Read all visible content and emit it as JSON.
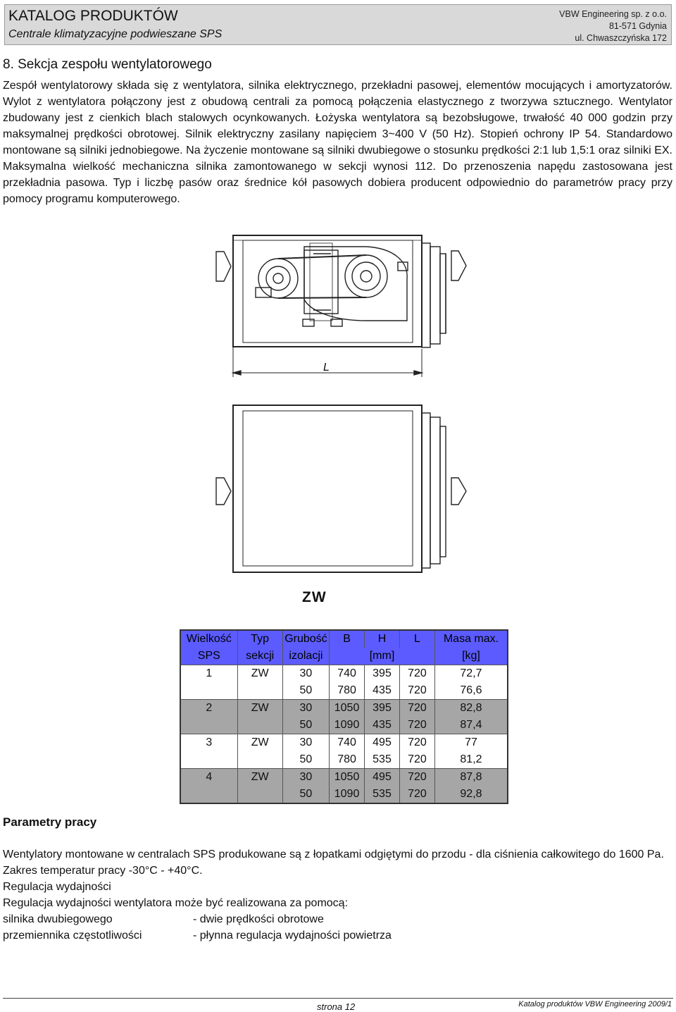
{
  "header": {
    "title": "KATALOG PRODUKTÓW",
    "subtitle": "Centrale klimatyzacyjne podwieszane SPS",
    "company": "VBW Engineering sp. z o.o.",
    "zip": "81-571 Gdynia",
    "street": "ul. Chwaszczyńska 172"
  },
  "section": {
    "title": "8. Sekcja zespołu wentylatorowego",
    "intro": "Zespół wentylatorowy składa się z wentylatora, silnika elektrycznego, przekładni pasowej, elementów mocujących i amortyzatorów. Wylot z wentylatora połączony jest z obudową centrali za pomocą połączenia elastycznego z tworzywa sztucznego. Wentylator zbudowany jest z cienkich blach stalowych ocynkowanych. Łożyska wentylatora są bezobsługowe, trwałość 40 000 godzin przy maksymalnej prędkości obrotowej. Silnik elektryczny zasilany napięciem 3~400 V (50 Hz). Stopień ochrony IP 54. Standardowo montowane są silniki jednobiegowe. Na życzenie montowane są silniki dwubiegowe o stosunku prędkości 2:1 lub 1,5:1 oraz silniki EX. Maksymalna wielkość mechaniczna silnika zamontowanego w sekcji wynosi 112. Do przenoszenia napędu zastosowana jest przekładnia pasowa. Typ i liczbę pasów oraz średnice kół pasowych dobiera producent odpowiednio do parametrów pracy przy pomocy programu komputerowego."
  },
  "drawing": {
    "dimension_label": "L",
    "type_label": "ZW"
  },
  "table": {
    "header_row1": [
      "Wielkość",
      "Typ",
      "Grubość",
      "B",
      "H",
      "L",
      "Masa max."
    ],
    "header_row2": [
      "SPS",
      "sekcji",
      "izolacji",
      "[mm]",
      "[kg]"
    ],
    "rows": [
      [
        "1",
        "ZW",
        "30",
        "740",
        "395",
        "720",
        "72,7"
      ],
      [
        "",
        "",
        "50",
        "780",
        "435",
        "720",
        "76,6"
      ],
      [
        "2",
        "ZW",
        "30",
        "1050",
        "395",
        "720",
        "82,8"
      ],
      [
        "",
        "",
        "50",
        "1090",
        "435",
        "720",
        "87,4"
      ],
      [
        "3",
        "ZW",
        "30",
        "740",
        "495",
        "720",
        "77"
      ],
      [
        "",
        "",
        "50",
        "780",
        "535",
        "720",
        "81,2"
      ],
      [
        "4",
        "ZW",
        "30",
        "1050",
        "495",
        "720",
        "87,8"
      ],
      [
        "",
        "",
        "50",
        "1090",
        "535",
        "720",
        "92,8"
      ]
    ]
  },
  "params": {
    "label": "Parametry pracy",
    "line1": "Wentylatory montowane w centralach SPS produkowane są z łopatkami odgiętymi do przodu - dla ciśnienia całkowitego do 1600 Pa.",
    "line2": "Zakres temperatur pracy  -30°C -  +40°C.",
    "line3": "Regulacja wydajności",
    "line4": "Regulacja wydajności wentylatora może być realizowana za pomocą:",
    "opt1_name": "silnika dwubiegowego",
    "opt1_desc": "- dwie prędkości obrotowe",
    "opt2_name": "przemiennika częstotliwości",
    "opt2_desc": "- płynna regulacja wydajności powietrza"
  },
  "footer": {
    "page": "strona 12",
    "catalog": "Katalog produktów VBW Engineering 2009/1"
  }
}
